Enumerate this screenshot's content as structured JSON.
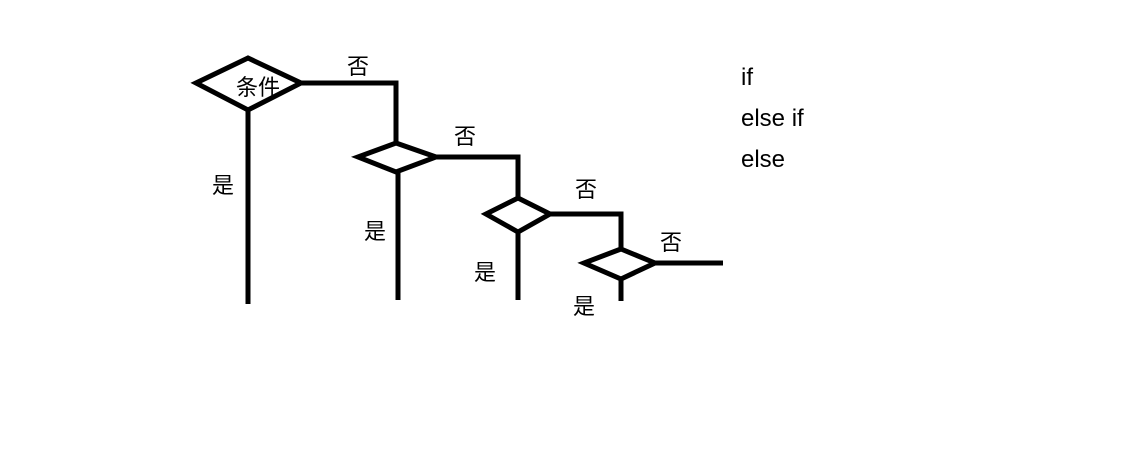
{
  "colors": {
    "stroke": "#000000",
    "background": "#ffffff"
  },
  "diagram": {
    "first_condition_label": "条件",
    "yes_label": "是",
    "no_label": "否",
    "decision_count": 4
  },
  "legend": {
    "lines": [
      "if",
      "else if",
      "else"
    ]
  }
}
